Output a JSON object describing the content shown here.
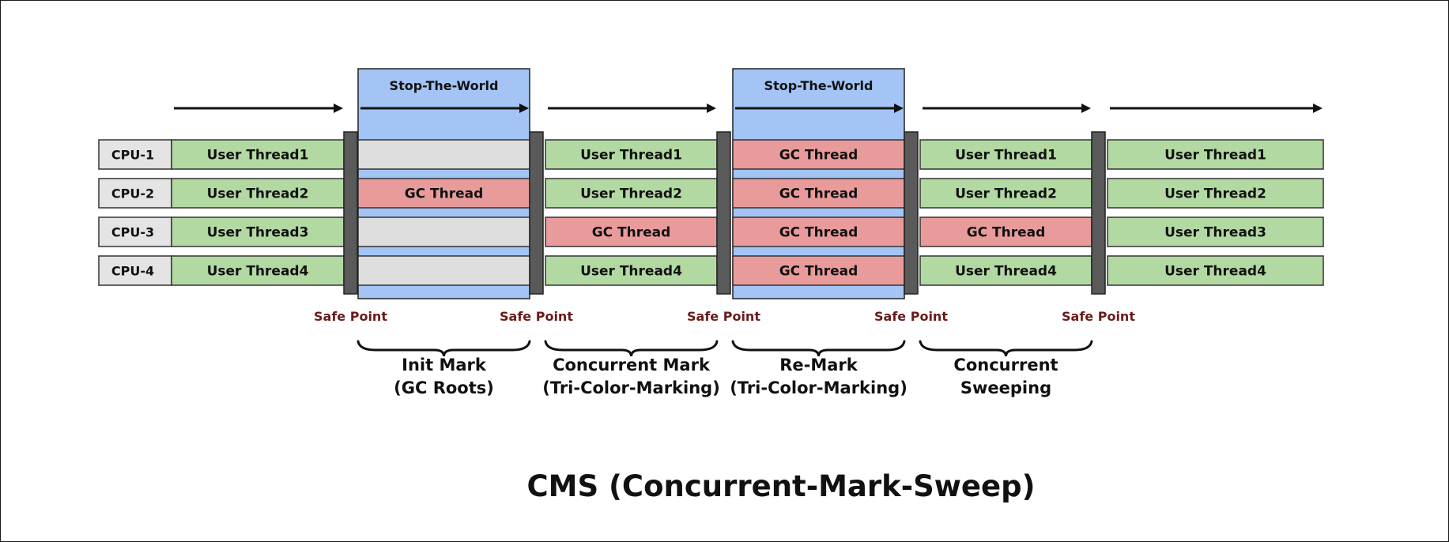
{
  "title": "CMS (Concurrent-Mark-Sweep)",
  "colors": {
    "user_thread": "#b3d9a3",
    "gc_thread": "#e99b9b",
    "paused": "#dedede",
    "stop_the_world": "#a3c4f5",
    "safe_point_bar": "#5a5a5a",
    "cpu_label": "#e4e4e4",
    "safe_point_text": "#6b1b1b"
  },
  "cpus": [
    "CPU-1",
    "CPU-2",
    "CPU-3",
    "CPU-4"
  ],
  "stop_the_world_label": "Stop-The-World",
  "safe_point_label": "Safe Point",
  "segments": [
    {
      "kind": "user",
      "cells": [
        {
          "state": "user",
          "label": "User Thread1"
        },
        {
          "state": "user",
          "label": "User Thread2"
        },
        {
          "state": "user",
          "label": "User Thread3"
        },
        {
          "state": "user",
          "label": "User Thread4"
        }
      ]
    },
    {
      "kind": "stw",
      "cells": [
        {
          "state": "paused",
          "label": ""
        },
        {
          "state": "gc",
          "label": "GC Thread"
        },
        {
          "state": "paused",
          "label": ""
        },
        {
          "state": "paused",
          "label": ""
        }
      ]
    },
    {
      "kind": "user",
      "cells": [
        {
          "state": "user",
          "label": "User Thread1"
        },
        {
          "state": "user",
          "label": "User Thread2"
        },
        {
          "state": "gc",
          "label": "GC Thread"
        },
        {
          "state": "user",
          "label": "User Thread4"
        }
      ]
    },
    {
      "kind": "stw",
      "cells": [
        {
          "state": "gc",
          "label": "GC Thread"
        },
        {
          "state": "gc",
          "label": "GC Thread"
        },
        {
          "state": "gc",
          "label": "GC Thread"
        },
        {
          "state": "gc",
          "label": "GC Thread"
        }
      ]
    },
    {
      "kind": "user",
      "cells": [
        {
          "state": "user",
          "label": "User Thread1"
        },
        {
          "state": "user",
          "label": "User Thread2"
        },
        {
          "state": "gc",
          "label": "GC Thread"
        },
        {
          "state": "user",
          "label": "User Thread4"
        }
      ]
    },
    {
      "kind": "user",
      "cells": [
        {
          "state": "user",
          "label": "User Thread1"
        },
        {
          "state": "user",
          "label": "User Thread2"
        },
        {
          "state": "user",
          "label": "User Thread3"
        },
        {
          "state": "user",
          "label": "User Thread4"
        }
      ]
    }
  ],
  "phases": [
    {
      "line1": "Init Mark",
      "line2": "(GC Roots)"
    },
    {
      "line1": "Concurrent Mark",
      "line2": "(Tri-Color-Marking)"
    },
    {
      "line1": "Re-Mark",
      "line2": "(Tri-Color-Marking)"
    },
    {
      "line1": "Concurrent",
      "line2": "Sweeping"
    }
  ]
}
